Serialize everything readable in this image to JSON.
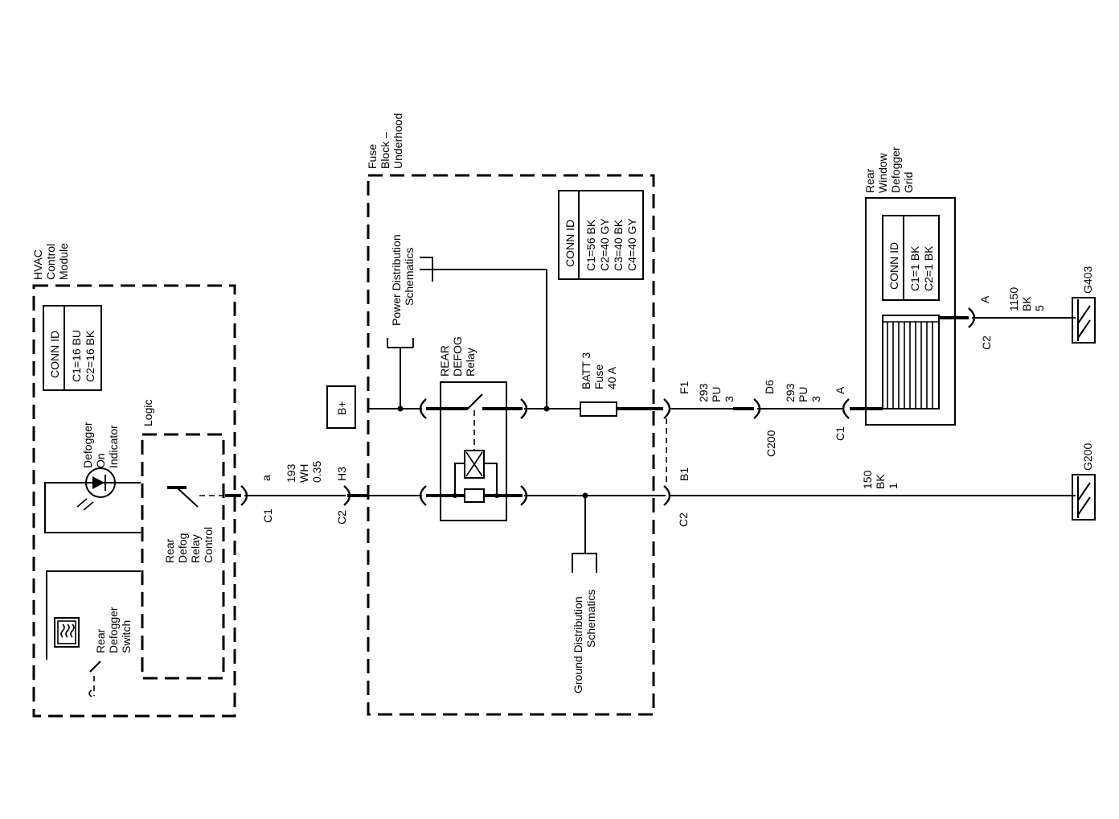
{
  "hvac_module": {
    "title": [
      "HVAC",
      "Control",
      "Module"
    ],
    "conn_id": {
      "header": "CONN ID",
      "lines": [
        "C1=16 BU",
        "C2=16 BK"
      ]
    },
    "indicator_label": [
      "Defogger",
      "On",
      "Indicator"
    ],
    "logic_label": "Logic",
    "relay_control_label": [
      "Rear",
      "Defog",
      "Relay",
      "Control"
    ],
    "switch_label": [
      "Rear",
      "Defogger",
      "Switch"
    ]
  },
  "fuse_block": {
    "title": [
      "Fuse",
      "Block –",
      "Underhood"
    ],
    "conn_id": {
      "header": "CONN ID",
      "lines": [
        "C1=56 BK",
        "C2=40 GY",
        "C3=40 BK",
        "C4=40 GY"
      ]
    },
    "power_ref": [
      "Power Distribution",
      "Schematics"
    ],
    "ground_ref": [
      "Ground Distribution",
      "Schematics"
    ],
    "relay_label": [
      "REAR",
      "DEFOG",
      "Relay"
    ],
    "fuse_label": [
      "BATT 3",
      "Fuse",
      "40 A"
    ],
    "battery_label": "B+"
  },
  "grid": {
    "title": [
      "Rear",
      "Window",
      "Defogger",
      "Grid"
    ],
    "conn_id": {
      "header": "CONN ID",
      "lines": [
        "C1=1 BK",
        "C2=1 BK"
      ]
    }
  },
  "connectors": {
    "c1_hvac": {
      "name": "C1",
      "pin": "a"
    },
    "c2_fuse_in": {
      "name": "C2",
      "pin": "H3"
    },
    "c1_fuse_out": {
      "pin": "F1"
    },
    "c2_fuse_out": {
      "name": "C2",
      "pin": "B1"
    },
    "c200": {
      "name": "C200",
      "pin": "D6"
    },
    "grid_c1": {
      "name": "C1",
      "pin": "A"
    },
    "grid_c2": {
      "name": "C2",
      "pin": "A"
    }
  },
  "wires": {
    "w193": [
      "193",
      "WH",
      "0.35"
    ],
    "w293a": [
      "293",
      "PU",
      "3"
    ],
    "w293b": [
      "293",
      "PU",
      "3"
    ],
    "w150": [
      "150",
      "BK",
      "1"
    ],
    "w1150": [
      "1150",
      "BK",
      "5"
    ]
  },
  "grounds": {
    "g200": "G200",
    "g403": "G403"
  }
}
